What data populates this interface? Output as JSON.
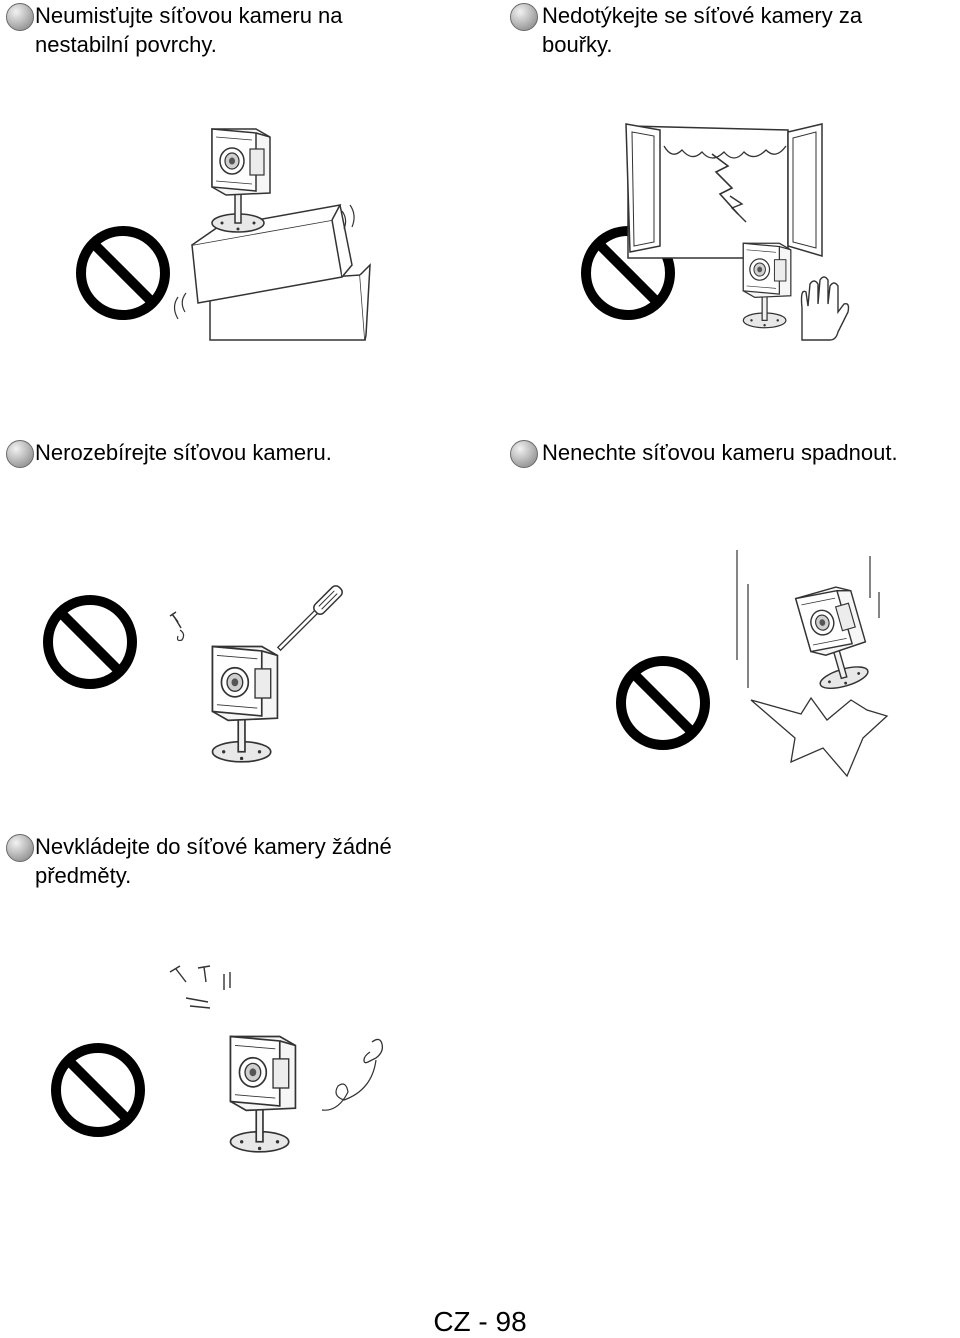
{
  "sections": [
    {
      "line1": "Neumisťujte síťovou kameru na",
      "line2": "nestabilní povrchy."
    },
    {
      "line1": "Nedotýkejte se síťové kamery za",
      "line2": "bouřky."
    },
    {
      "line1": "Nerozebírejte síťovou kameru.",
      "line2": ""
    },
    {
      "line1": "Nenechte síťovou kameru spadnout.",
      "line2": ""
    },
    {
      "line1": "Nevkládejte do síťové kamery žádné",
      "line2": "předměty."
    }
  ],
  "footer": {
    "page_label": "CZ - 98"
  },
  "icons": [
    "bullet-icon",
    "prohibition-icon",
    "network-camera-icon"
  ],
  "colors": {
    "bullet": "#9a9a9a",
    "ink": "#000000"
  }
}
